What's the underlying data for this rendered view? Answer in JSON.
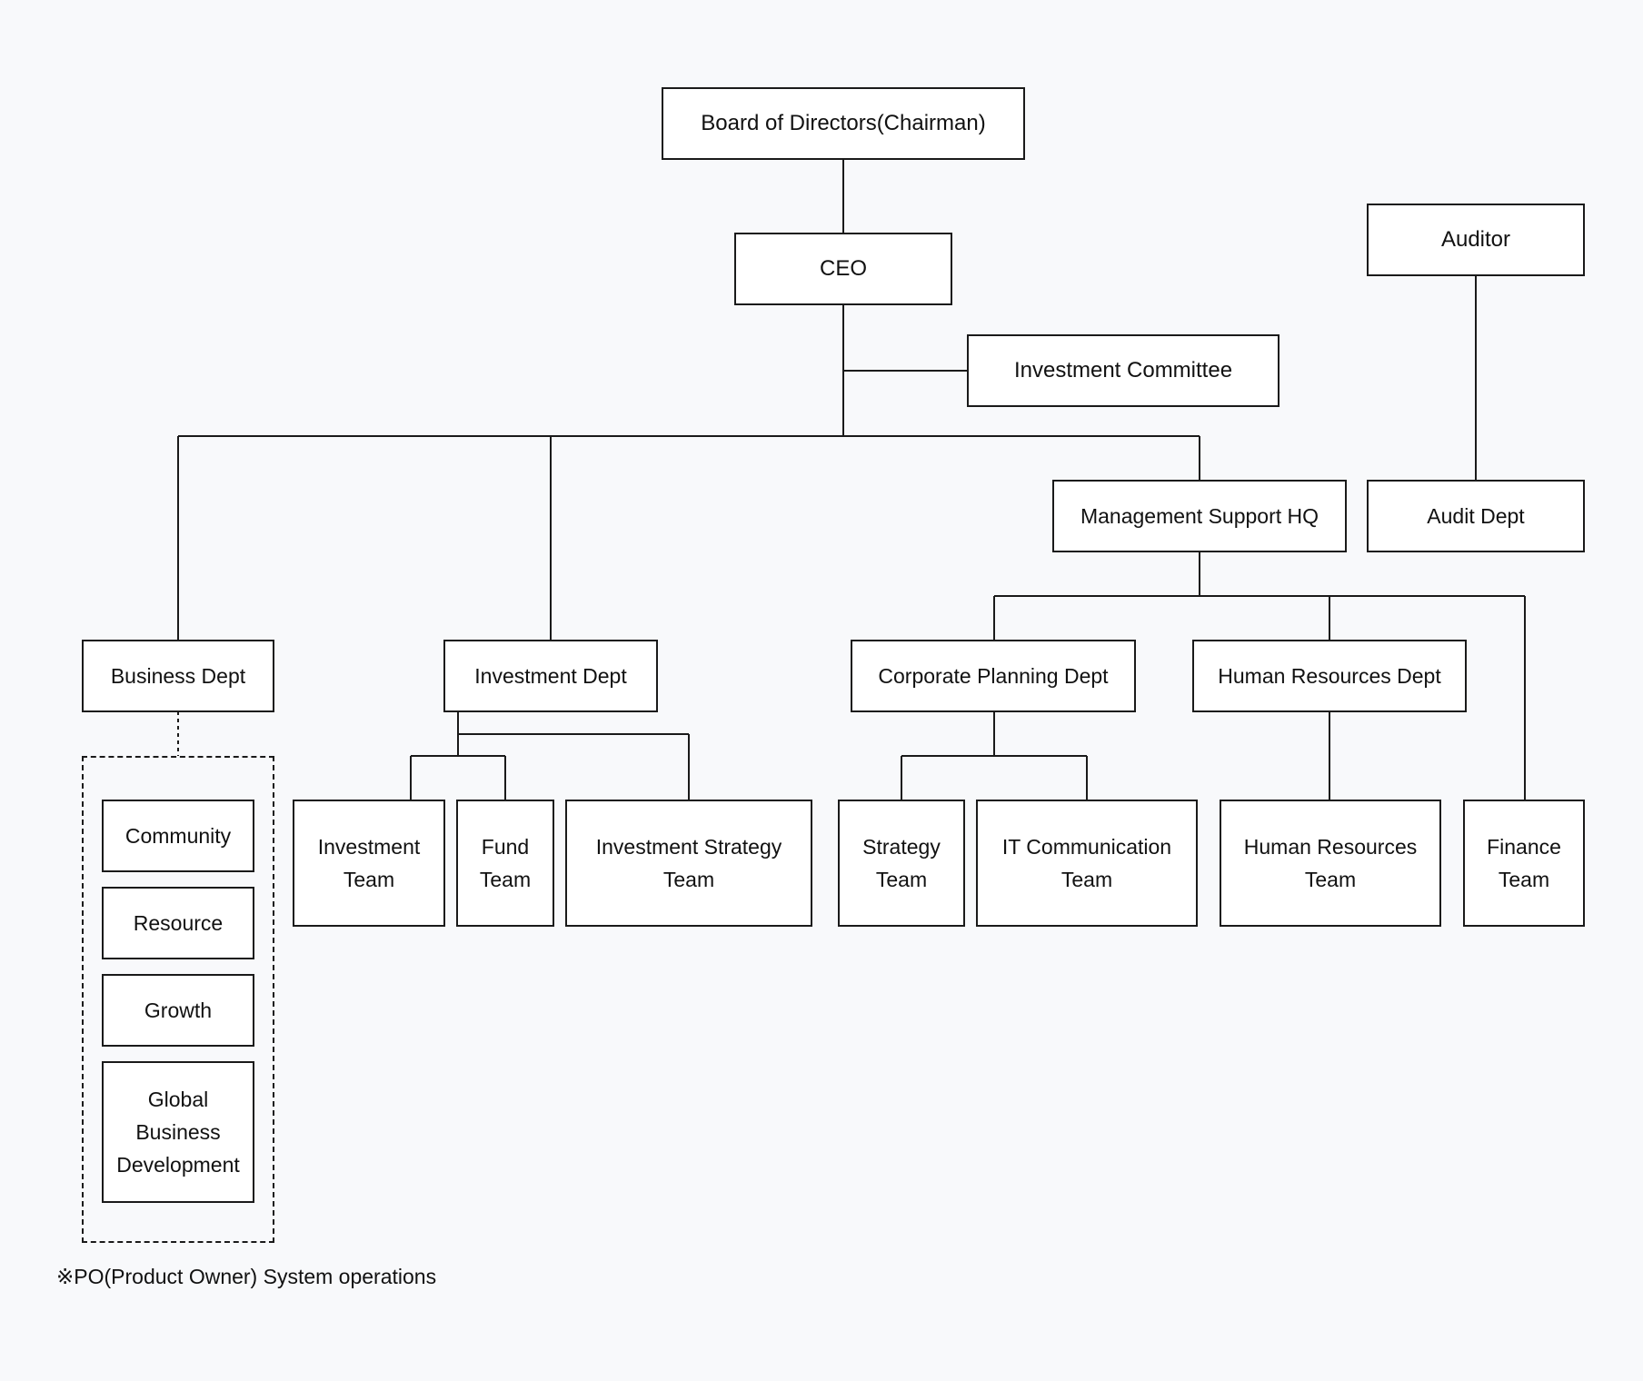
{
  "nodes": {
    "board": "Board of Directors(Chairman)",
    "ceo": "CEO",
    "auditor": "Auditor",
    "investment_committee": "Investment Committee",
    "management_support_hq": "Management Support HQ",
    "audit_dept": "Audit Dept",
    "business_dept": "Business Dept",
    "investment_dept": "Investment Dept",
    "corporate_planning_dept": "Corporate Planning Dept",
    "human_resources_dept": "Human Resources Dept",
    "community": "Community",
    "resource": "Resource",
    "growth": "Growth",
    "global_business_development": "Global Business Development",
    "investment_team": "Investment Team",
    "fund_team": "Fund Team",
    "investment_strategy_team": "Investment Strategy Team",
    "strategy_team": "Strategy Team",
    "it_communication_team": "IT Communication Team",
    "human_resources_team": "Human Resources Team",
    "finance_team": "Finance Team"
  },
  "note": "※PO(Product Owner) System operations",
  "colors": {
    "background": "#f8f9fb",
    "box_border": "#1a1a1a",
    "box_fill": "#ffffff"
  }
}
